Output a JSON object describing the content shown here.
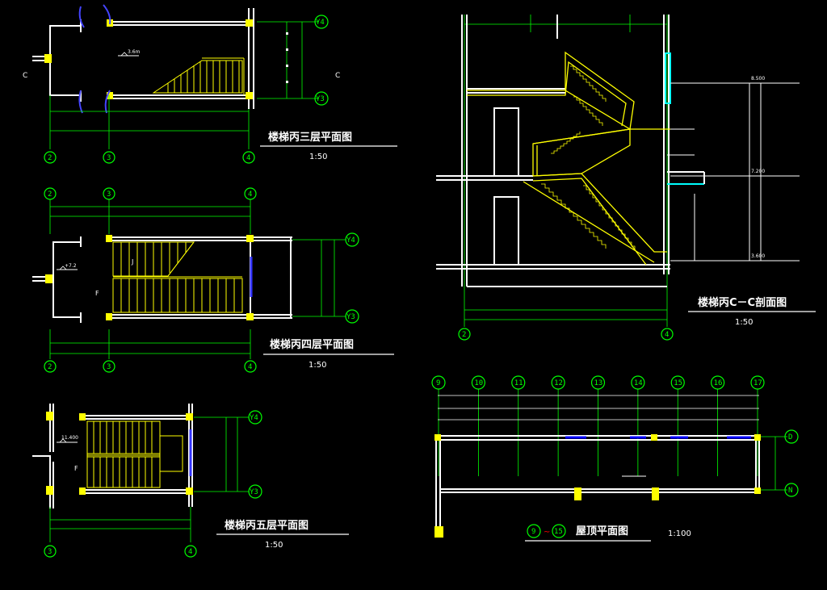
{
  "colors": {
    "background": "#000000",
    "wall": "#ffffff",
    "stair": "#ffff00",
    "axis": "#00ff00",
    "window": "#0000ff",
    "glass": "#00ffff",
    "column": "#ffff00"
  },
  "plan_third": {
    "title": "楼梯丙三层平面图",
    "scale": "1:50",
    "axes_bottom": [
      "2",
      "3",
      "4"
    ],
    "axes_right": [
      "Y4",
      "Y3"
    ],
    "section_mark": "C",
    "level": "3.6m"
  },
  "plan_fourth": {
    "title": "楼梯丙四层平面图",
    "scale": "1:50",
    "axes_top": [
      "2",
      "3",
      "4"
    ],
    "axes_bottom": [
      "2",
      "3",
      "4"
    ],
    "axes_right": [
      "Y4",
      "Y3"
    ],
    "up_label": "J",
    "down_label": "F",
    "level": "+7.2"
  },
  "plan_fifth": {
    "title": "楼梯丙五层平面图",
    "scale": "1:50",
    "axes_bottom": [
      "3",
      "4"
    ],
    "axes_right": [
      "Y4",
      "Y3"
    ],
    "down_label": "F",
    "level": "11.400"
  },
  "section_cc": {
    "title": "楼梯丙C－C剖面图",
    "scale": "1:50",
    "axes_bottom": [
      "2",
      "4"
    ],
    "levels": [
      "8.500",
      "7.200",
      "3.600"
    ]
  },
  "roof_plan": {
    "title": "屋顶平面图",
    "range_start": "9",
    "range_end": "15",
    "scale": "1:100",
    "axes_top": [
      "9",
      "10",
      "11",
      "12",
      "13",
      "14",
      "15",
      "16",
      "17"
    ],
    "axes_right": [
      "D",
      "N"
    ]
  }
}
